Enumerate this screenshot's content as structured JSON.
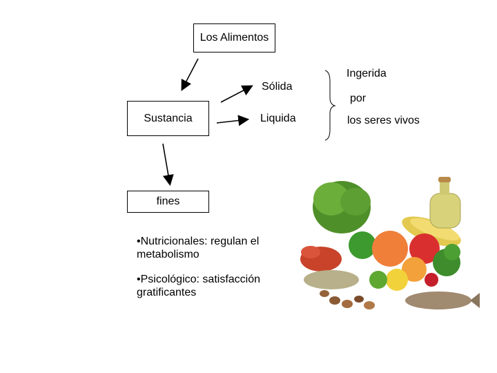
{
  "title_box": "Los Alimentos",
  "sustancia_box": "Sustancia",
  "fines_box": "fines",
  "forms": {
    "solida": "Sólida",
    "liquida": "Liquida"
  },
  "ingerida": {
    "line1": "Ingerida",
    "line2": "por",
    "line3": "los seres vivos"
  },
  "bullets": [
    "•Nutricionales: regulan el metabolismo",
    "•Psicológico: satisfacción gratificantes"
  ],
  "image": {
    "icon": "food-assortment-illustration"
  }
}
